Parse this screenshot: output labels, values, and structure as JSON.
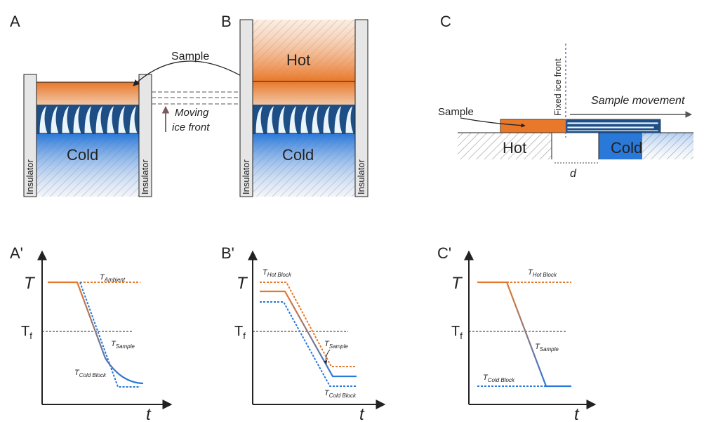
{
  "panels": {
    "A": "A",
    "B": "B",
    "C": "C",
    "A_prime": "A'",
    "B_prime": "B'",
    "C_prime": "C'"
  },
  "diagram_a": {
    "sample_label": "Sample",
    "moving_front_line1": "Moving",
    "moving_front_line2": "ice front",
    "cold_label": "Cold",
    "insulator_label": "Insulator"
  },
  "diagram_b": {
    "hot_label": "Hot",
    "cold_label": "Cold",
    "insulator_label": "Insulator"
  },
  "diagram_c": {
    "sample_label": "Sample",
    "fixed_front_label": "Fixed ice front",
    "movement_label": "Sample movement",
    "hot_label": "Hot",
    "cold_label": "Cold",
    "gap_label": "d"
  },
  "plots": {
    "y_label": "T",
    "x_label": "t",
    "tf_main": "T",
    "tf_sub": "f",
    "a_prime": {
      "ambient_main": "T",
      "ambient_sub": "Ambient",
      "sample_main": "T",
      "sample_sub": "Sample",
      "cold_main": "T",
      "cold_sub": "Cold Block"
    },
    "b_prime": {
      "hot_main": "T",
      "hot_sub": "Hot Block",
      "sample_main": "T",
      "sample_sub": "Sample",
      "cold_main": "T",
      "cold_sub": "Cold Block"
    },
    "c_prime": {
      "hot_main": "T",
      "hot_sub": "Hot Block",
      "sample_main": "T",
      "sample_sub": "Sample",
      "cold_main": "T",
      "cold_sub": "Cold Block"
    }
  },
  "colors": {
    "hot": "#e8782a",
    "cold": "#2a78d8",
    "insulator": "#e6e6e6",
    "front_arrow": "#7a5a5a",
    "text": "#222222"
  }
}
